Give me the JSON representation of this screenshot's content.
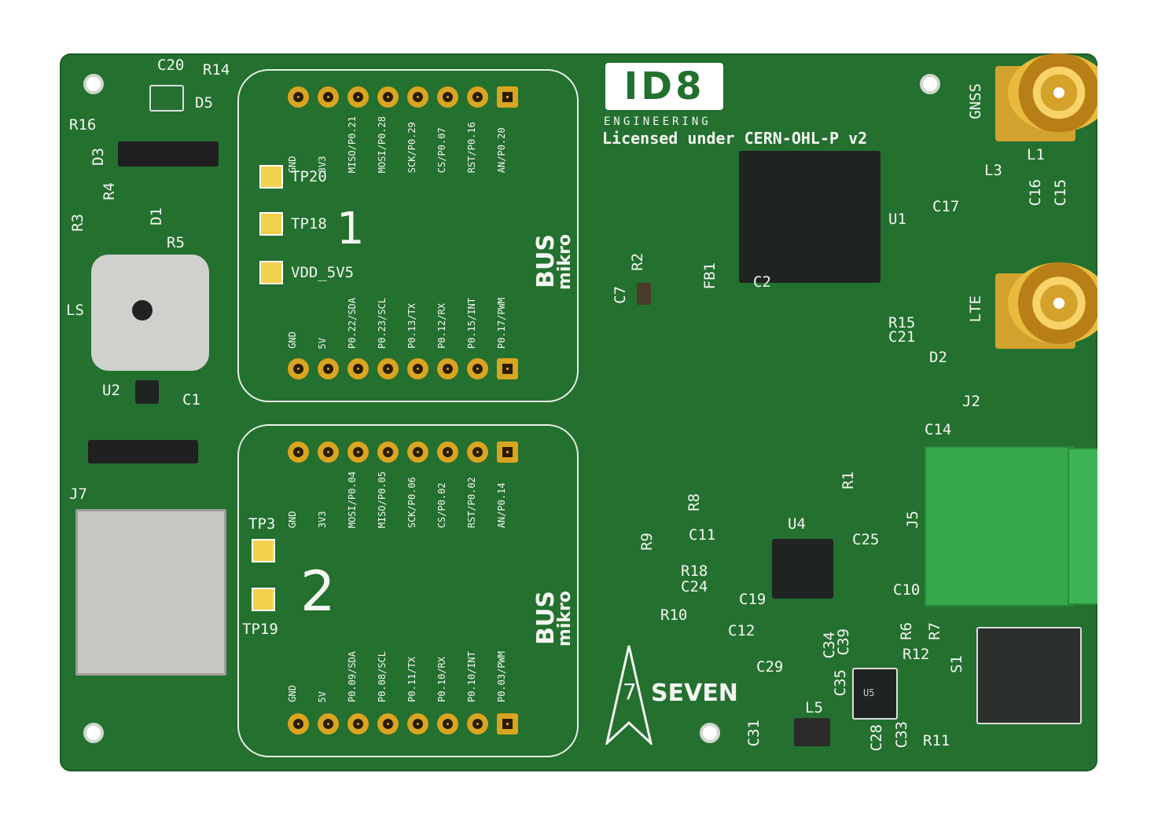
{
  "logo": {
    "company": "ID8",
    "tagline": "ENGINEERING"
  },
  "license": "Licensed under CERN-OHL-P v2",
  "brand": "SEVEN",
  "mikrobus": {
    "slot1": {
      "number": "1",
      "logo_top": "mikro",
      "logo_bottom": "BUS",
      "top_pins": [
        "GND",
        "3V3",
        "MISO/P0.21",
        "MOSI/P0.28",
        "SCK/P0.29",
        "CS/P0.07",
        "RST/P0.16",
        "AN/P0.20"
      ],
      "bottom_pins": [
        "GND",
        "5V",
        "P0.22/SDA",
        "P0.23/SCL",
        "P0.13/TX",
        "P0.12/RX",
        "P0.15/INT",
        "P0.17/PWM"
      ]
    },
    "slot2": {
      "number": "2",
      "logo_top": "mikro",
      "logo_bottom": "BUS",
      "top_pins": [
        "GND",
        "3V3",
        "MOSI/P0.04",
        "MISO/P0.05",
        "SCK/P0.06",
        "CS/P0.02",
        "RST/P0.02",
        "AN/P0.14"
      ],
      "bottom_pins": [
        "GND",
        "5V",
        "P0.09/SDA",
        "P0.08/SCL",
        "P0.11/TX",
        "P0.10/RX",
        "P0.10/INT",
        "P0.03/PWM"
      ]
    }
  },
  "testpoints": [
    "TP20",
    "TP18",
    "VDD_5V5",
    "TP3",
    "TP19"
  ],
  "antennas": {
    "gnss": "GNSS",
    "lte": "LTE"
  },
  "refdes": {
    "c20": "C20",
    "r14": "R14",
    "d5": "D5",
    "r16": "R16",
    "d3": "D3",
    "r4": "R4",
    "r3": "R3",
    "d1": "D1",
    "r5": "R5",
    "ls": "LS",
    "u2": "U2",
    "c1": "C1",
    "j7": "J7",
    "u1": "U1",
    "c2": "C2",
    "r2": "R2",
    "c7": "C7",
    "fb1": "FB1",
    "l1": "L1",
    "l3": "L3",
    "c17": "C17",
    "c16": "C16",
    "c15": "C15",
    "r15": "R15",
    "c21": "C21",
    "d2": "D2",
    "j2": "J2",
    "c14": "C14",
    "r1": "R1",
    "j5": "J5",
    "r8": "R8",
    "c11": "C11",
    "u4": "U4",
    "c25": "C25",
    "r9": "R9",
    "r18": "R18",
    "c24": "C24",
    "c10": "C10",
    "r10": "R10",
    "c19": "C19",
    "c12": "C12",
    "c29": "C29",
    "c34": "C34",
    "c39": "C39",
    "r6": "R6",
    "r7": "R7",
    "r12": "R12",
    "s1": "S1",
    "c35": "C35",
    "u5": "U5",
    "l5": "L5",
    "c31": "C31",
    "c28": "C28",
    "c33": "C33",
    "r11": "R11"
  }
}
